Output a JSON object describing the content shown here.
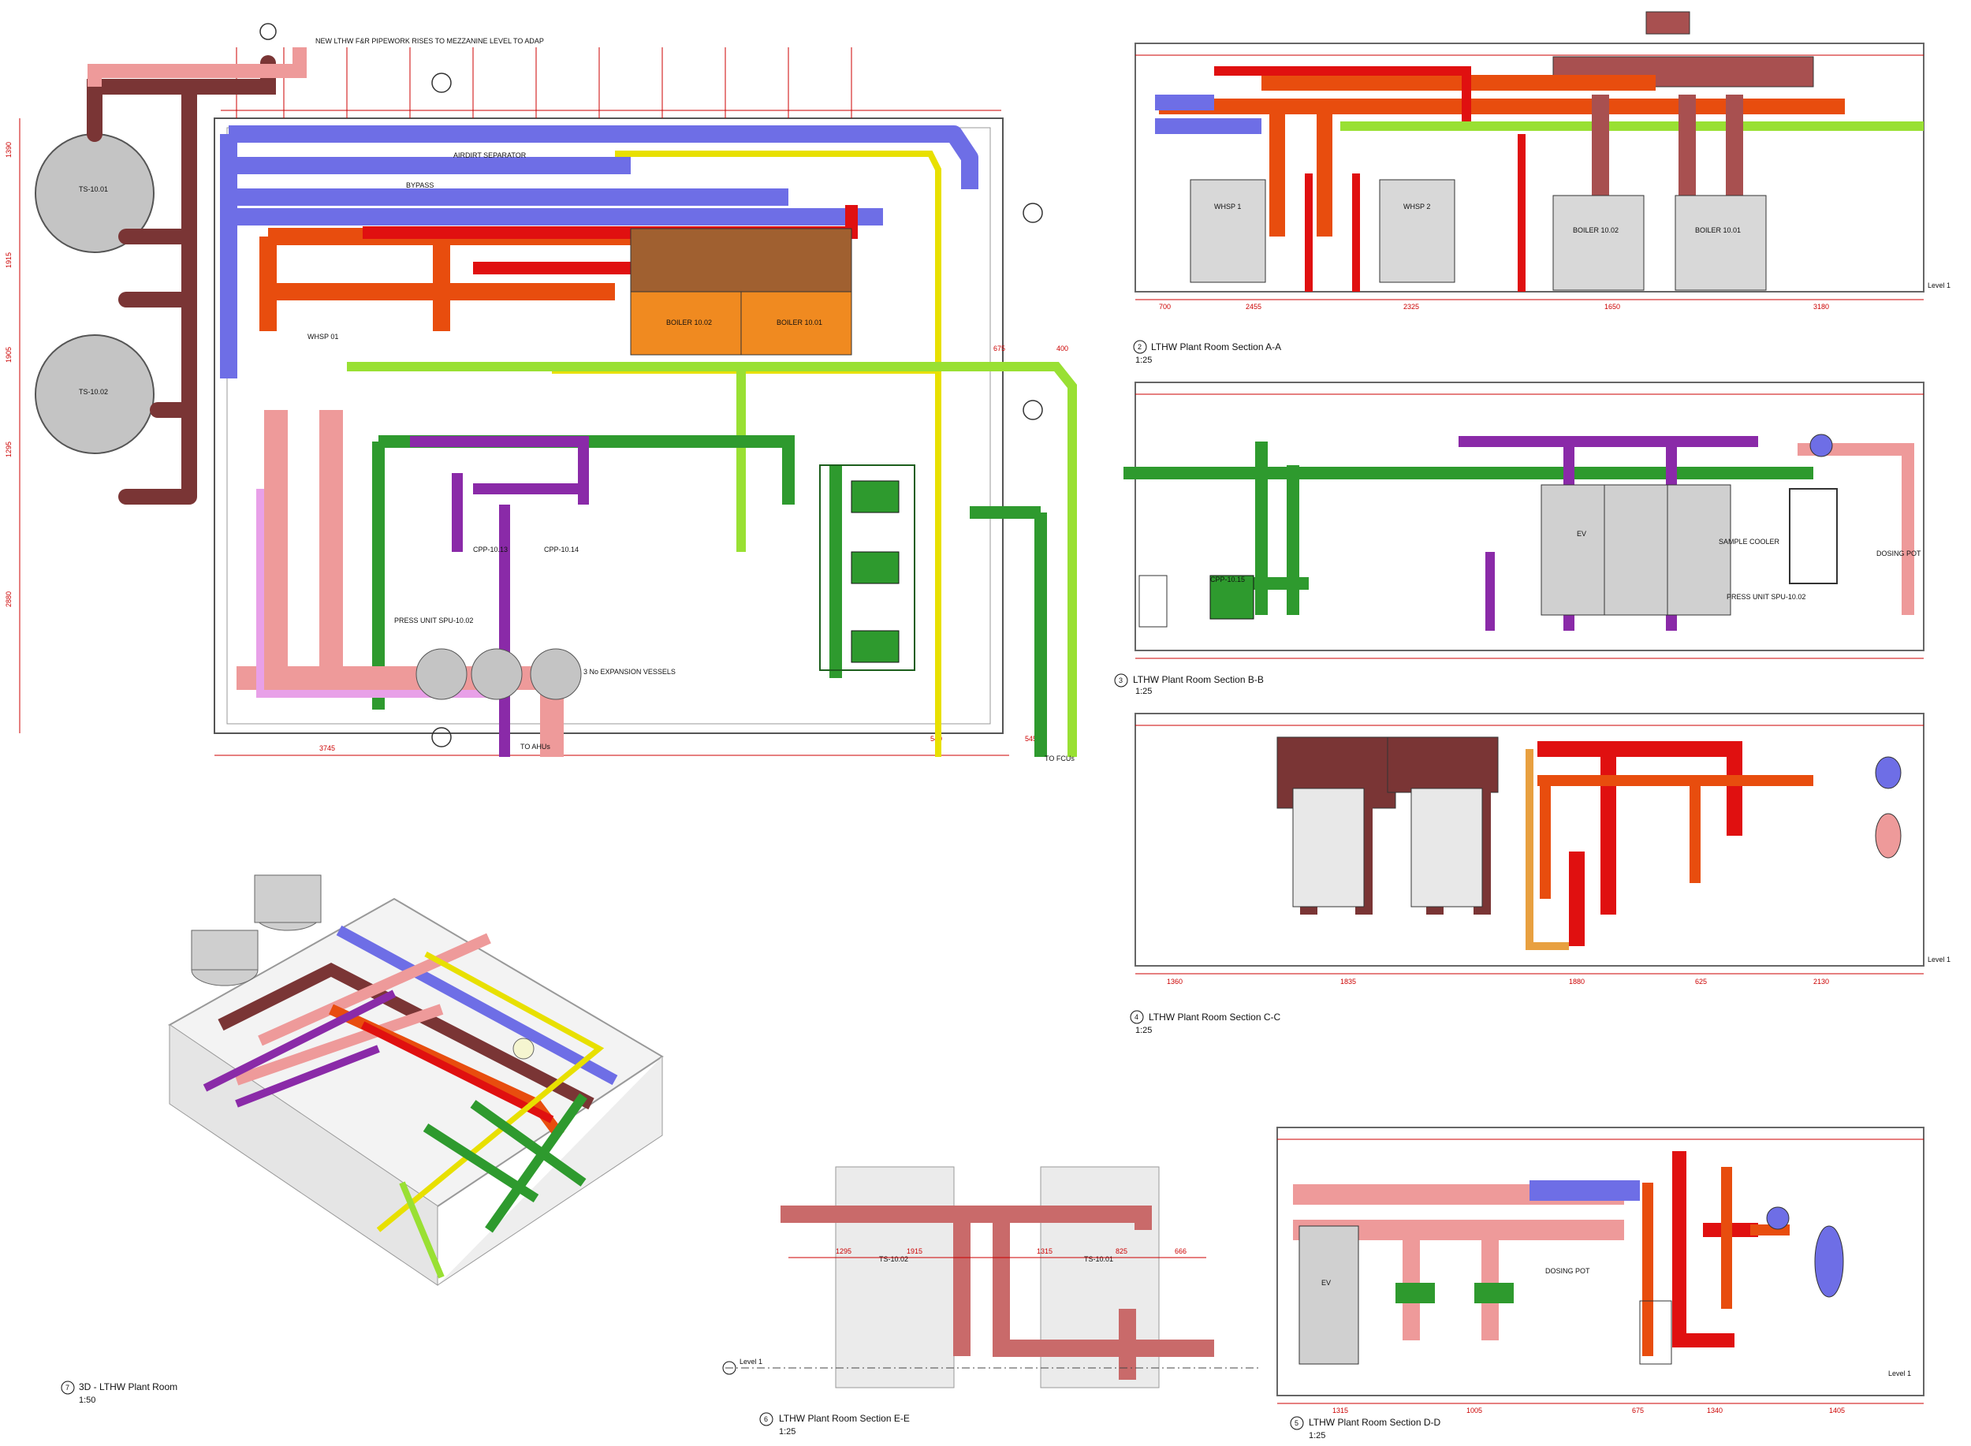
{
  "views": {
    "plan": {
      "note": "NEW LTHW F&R PIPEWORK RISES TO MEZZANINE LEVEL TO ADAP",
      "tank1": "TS-10.01",
      "tank2": "TS-10.02",
      "boiler1": "BOILER 10.01",
      "boiler2": "BOILER 10.02",
      "air_separator": "AIRDIRT SEPARATOR",
      "bypass": "BYPASS",
      "whsp": "WHSP 01",
      "pressure_unit": "PRESS UNIT SPU-10.02",
      "expansion": "3 No EXPANSION VESSELS",
      "to_ahus": "TO AHUs",
      "to_fcus": "TO FCUs",
      "pump1": "CPP-10.13",
      "pump2": "CPP-10.14",
      "dim_bottom": "3745",
      "dims": [
        "1390",
        "1915",
        "1905",
        "1295",
        "2880",
        "540",
        "545",
        "675",
        "400"
      ]
    },
    "section_aa": {
      "number": "2",
      "title": "LTHW Plant Room Section A-A",
      "scale": "1:25",
      "whsp1": "WHSP 1",
      "whsp2": "WHSP 2",
      "boiler1": "BOILER 10.02",
      "boiler2": "BOILER 10.01",
      "level": "Level 1",
      "dims": [
        "700",
        "2455",
        "2325",
        "1650",
        "3180"
      ]
    },
    "section_bb": {
      "number": "3",
      "title": "LTHW Plant Room Section B-B",
      "scale": "1:25",
      "pump": "CPP-10.15",
      "sample_cooler": "SAMPLE COOLER",
      "dosing_pot": "DOSING POT",
      "press_unit": "PRESS UNIT SPU-10.02",
      "ev": "EV"
    },
    "section_cc": {
      "number": "4",
      "title": "LTHW Plant Room Section C-C",
      "scale": "1:25",
      "level": "Level 1",
      "dims": [
        "1360",
        "1835",
        "1880",
        "625",
        "2130"
      ]
    },
    "section_dd": {
      "number": "5",
      "title": "LTHW Plant Room Section D-D",
      "scale": "1:25",
      "dosing_pot": "DOSING POT",
      "level": "Level 1",
      "ev": "EV",
      "dims": [
        "1315",
        "1005",
        "675",
        "1340",
        "1405"
      ]
    },
    "section_ee": {
      "number": "6",
      "title": "LTHW Plant Room Section E-E",
      "scale": "1:25",
      "tank1": "TS-10.02",
      "tank2": "TS-10.01",
      "level": "Level 1",
      "dims": [
        "1295",
        "1915",
        "1315",
        "825",
        "666"
      ]
    },
    "view_3d": {
      "number": "7",
      "title": "3D - LTHW Plant Room",
      "scale": "1:50"
    }
  },
  "colors": {
    "lthw_primary": "#7a3535",
    "lthw_header": "#6e6ee6",
    "boiler_flow": "#e84d0e",
    "boiler_red": "#e01010",
    "fcu": "#2e9a2e",
    "ahu": "#8a2aa8",
    "gas": "#e8e000",
    "service": "#99e033",
    "salmon": "#ee9a9a",
    "pink": "#e8a0e8",
    "dimension": "#cc0000"
  }
}
